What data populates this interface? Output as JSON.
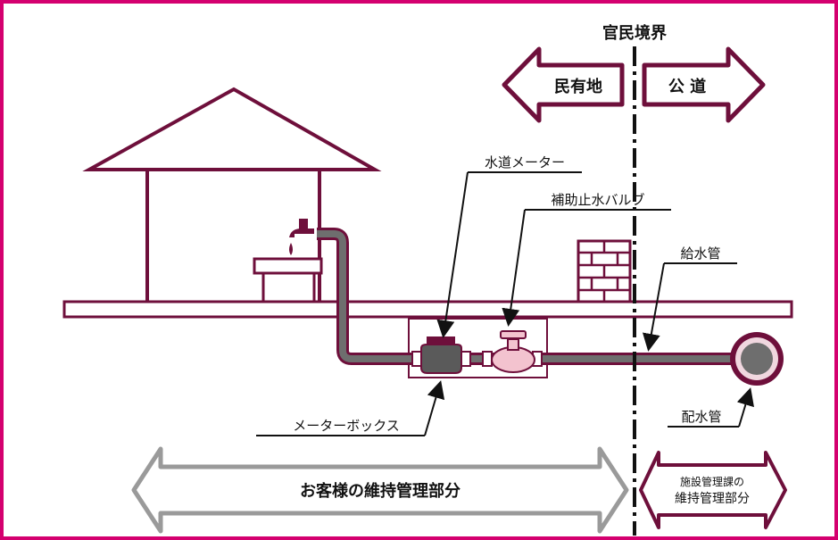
{
  "labels": {
    "boundary": "官民境界",
    "private_land": "民有地",
    "public_road": "公 道",
    "water_meter": "水道メーター",
    "aux_valve": "補助止水バルブ",
    "supply_pipe": "給水管",
    "meter_box": "メーターボックス",
    "distribution_pipe": "配水管",
    "customer_maintenance": "お客様の維持管理部分",
    "facility_maintenance_line1": "施設管理課の",
    "facility_maintenance_line2": "維持管理部分"
  },
  "colors": {
    "frame": "#d4006f",
    "outline": "#6e0f3b",
    "pipe_fill": "#6e6e6e",
    "valve_pink": "#f3c3cf",
    "grey_arrow": "#9a9a9a"
  }
}
